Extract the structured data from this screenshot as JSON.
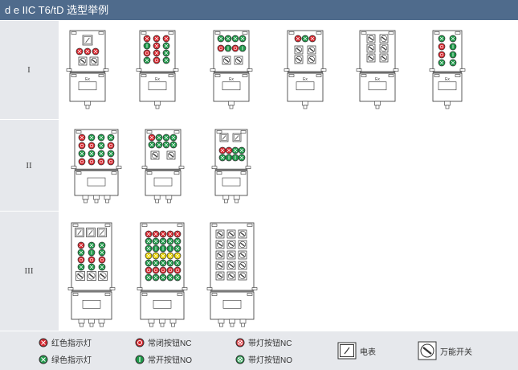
{
  "title": "d e IIC T6/tD 选型举例",
  "rows": [
    {
      "label": "I"
    },
    {
      "label": "II"
    },
    {
      "label": "III"
    }
  ],
  "ex_mark": "Ex",
  "legend": {
    "red_lamp": "红色指示灯",
    "green_lamp": "绿色指示灯",
    "nc_button": "常闭按钮NC",
    "no_button": "常开按钮NO",
    "lit_nc": "带灯按钮NC",
    "lit_no": "带灯按钮NO",
    "meter": "电表",
    "switch": "万能开关"
  },
  "colors": {
    "header": "#4f6b8c",
    "red": "#d7262e",
    "green": "#1f9a4a",
    "yellow": "#e8d200",
    "stroke": "#333333"
  }
}
